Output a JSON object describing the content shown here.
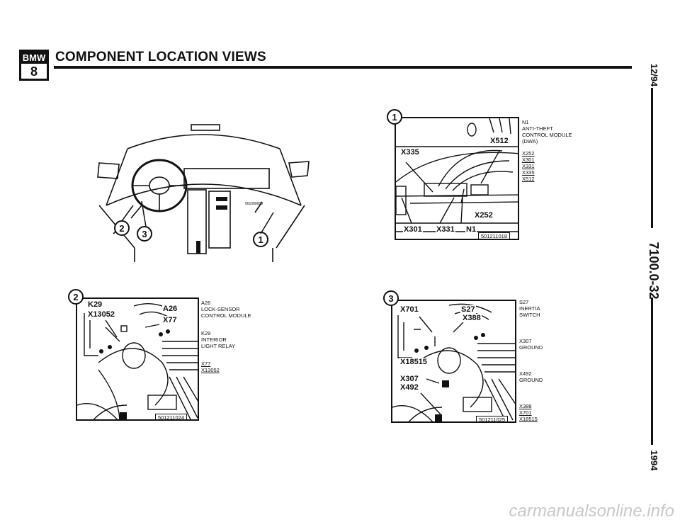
{
  "header": {
    "logo_top": "BMW",
    "logo_bottom": "8",
    "title": "COMPONENT LOCATION VIEWS"
  },
  "side": {
    "date": "12/94",
    "code": "7100.0-32",
    "year": "1994"
  },
  "overview": {
    "small_code": "501000000",
    "callouts": [
      "2",
      "3",
      "1"
    ]
  },
  "panel1": {
    "number": "1",
    "callouts": [
      "X335",
      "X512",
      "X252",
      "X301",
      "X331",
      "N1"
    ],
    "part_no": "501211018",
    "desc": [
      "N1",
      "ANTI-THEFT",
      "CONTROL MODULE",
      "(DWA)"
    ],
    "connectors": [
      "X252",
      "X301",
      "X331",
      "X335",
      "X512"
    ]
  },
  "panel2": {
    "number": "2",
    "callouts": [
      "K29",
      "X13052",
      "A26",
      "X77"
    ],
    "part_no": "501211024",
    "desc1": [
      "A26",
      "LOCK-SENSOR",
      "CONTROL MODULE"
    ],
    "desc2": [
      "K29",
      "INTERIOR",
      "LIGHT RELAY"
    ],
    "connectors": [
      "X77",
      "X13052"
    ]
  },
  "panel3": {
    "number": "3",
    "callouts": [
      "X701",
      "S27",
      "X388",
      "X18515",
      "X307",
      "X492"
    ],
    "part_no": "501211025",
    "desc1": [
      "S27",
      "INERTIA",
      "SWITCH"
    ],
    "desc2": [
      "X307",
      "GROUND"
    ],
    "desc3": [
      "X492",
      "GROUND"
    ],
    "connectors": [
      "X388",
      "X701",
      "X18515"
    ]
  },
  "footer": {
    "watermark": "carmanualsonline.info"
  }
}
